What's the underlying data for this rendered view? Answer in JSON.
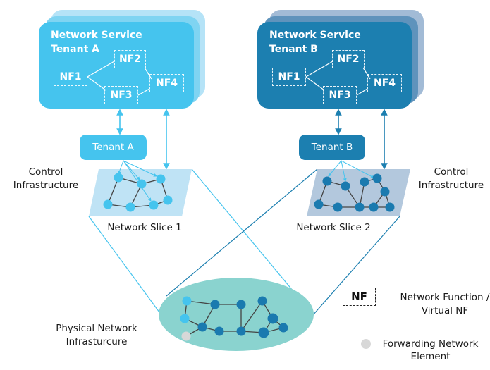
{
  "colors": {
    "tenant_a": "#45c4ee",
    "tenant_a_back1": "#7fd4f2",
    "tenant_a_back2": "#b5e3f7",
    "tenant_b": "#1c7fb0",
    "tenant_b_back1": "#5f93bc",
    "tenant_b_back2": "#a2bbd6",
    "slice1_fill": "#bfe3f5",
    "slice2_fill": "#b3c8dd",
    "physical_fill": "#8ad3cf",
    "light_node": "#45c4ee",
    "dark_node": "#1a7aaf",
    "forwarding_node": "#d8d8d8",
    "edge": "#444444"
  },
  "tenant_a": {
    "service_title_line1": "Network Service",
    "service_title_line2": "Tenant A",
    "nfs": [
      "NF1",
      "NF2",
      "NF3",
      "NF4"
    ],
    "controller_label": "Tenant A",
    "slice_label": "Network Slice 1",
    "control_label_line1": "Control",
    "control_label_line2": "Infrastructure"
  },
  "tenant_b": {
    "service_title_line1": "Network Service",
    "service_title_line2": "Tenant B",
    "nfs": [
      "NF1",
      "NF2",
      "NF3",
      "NF4"
    ],
    "controller_label": "Tenant B",
    "slice_label": "Network Slice 2",
    "control_label_line1": "Control",
    "control_label_line2": "Infrastructure"
  },
  "physical": {
    "label_line1": "Physical Network",
    "label_line2": "Infrasturcure"
  },
  "legend": {
    "nf_box_text": "NF",
    "nf_desc_line1": "Network Function /",
    "nf_desc_line2": "Virtual NF",
    "fwd_desc_line1": "Forwarding Network",
    "fwd_desc_line2": "Element"
  }
}
